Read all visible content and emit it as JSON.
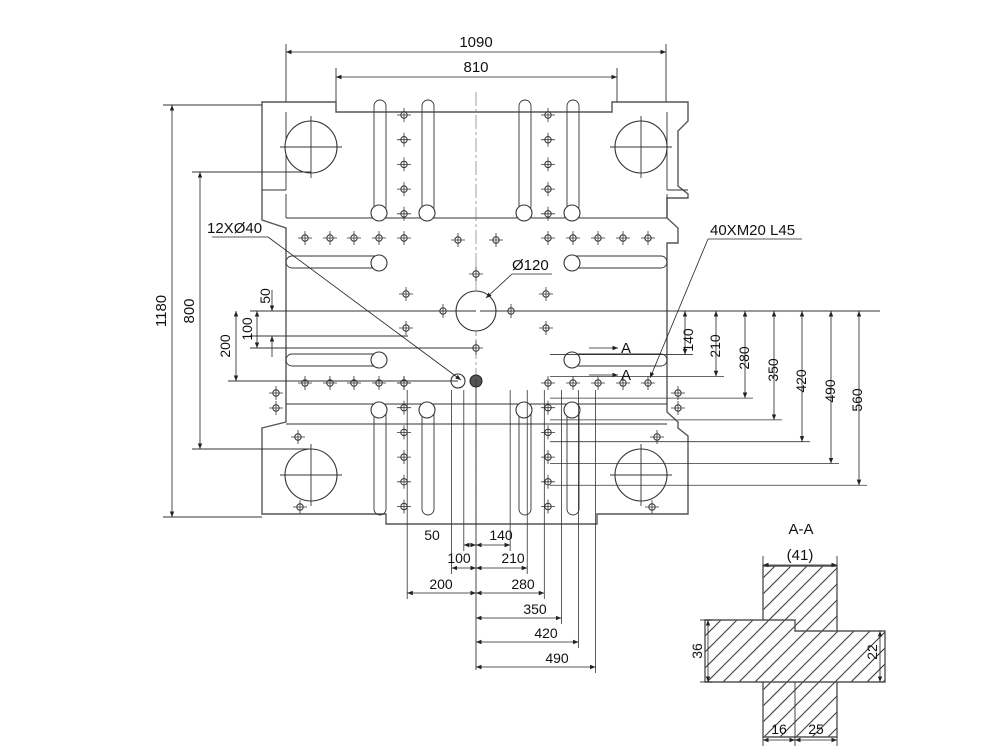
{
  "dims": {
    "width_outer": "1090",
    "width_tiebar": "810",
    "height_outer": "1180",
    "height_tiebar": "800",
    "v_50": "50",
    "v_100": "100",
    "v_200": "200",
    "r_140": "140",
    "r_210": "210",
    "r_280": "280",
    "r_350": "350",
    "r_420": "420",
    "r_490": "490",
    "r_560": "560",
    "b_50": "50",
    "b_100": "100",
    "b_200": "200",
    "b_140": "140",
    "b_210": "210",
    "b_280": "280",
    "b_350": "350",
    "b_420": "420",
    "b_490": "490"
  },
  "labels": {
    "holes_12": "12XØ40",
    "center_hole": "Ø120",
    "threads": "40XM20 L45",
    "section_a": "A",
    "section_title": "A-A",
    "section_depth": "(41)",
    "section_h36": "36",
    "section_h22": "22",
    "section_w16": "16",
    "section_w25": "25"
  }
}
